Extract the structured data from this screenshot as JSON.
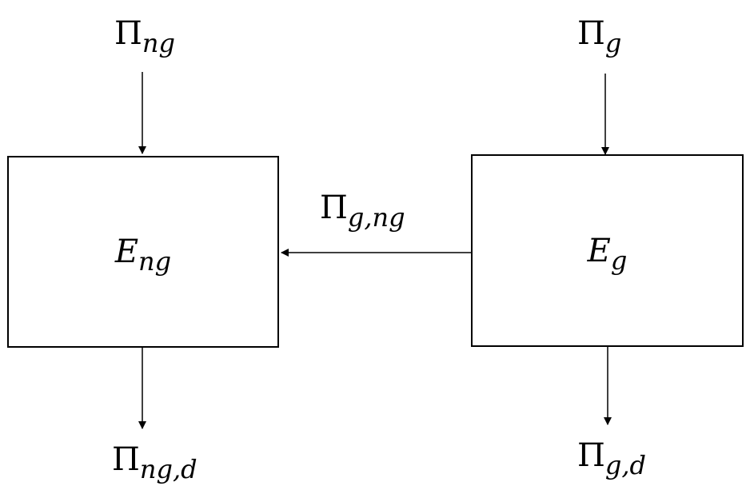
{
  "boxes": {
    "left": {
      "symbol": "E",
      "subscript": "ng"
    },
    "right": {
      "symbol": "E",
      "subscript": "g"
    }
  },
  "flows": {
    "in_left": {
      "symbol": "Π",
      "subscript": "ng"
    },
    "in_right": {
      "symbol": "Π",
      "subscript": "g"
    },
    "transfer": {
      "symbol": "Π",
      "subscript": "g,ng"
    },
    "out_left": {
      "symbol": "Π",
      "subscript": "ng,d"
    },
    "out_right": {
      "symbol": "Π",
      "subscript": "g,d"
    }
  },
  "colors": {
    "line": "#000000",
    "background": "#ffffff"
  }
}
